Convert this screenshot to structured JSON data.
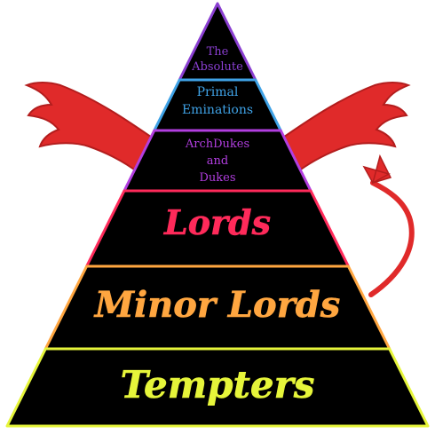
{
  "tiers": [
    {
      "lines": [
        "The",
        "Absolute"
      ],
      "color": "#8a3fd1"
    },
    {
      "lines": [
        "Primal",
        "Eminations"
      ],
      "color": "#3fa2e6"
    },
    {
      "lines": [
        "ArchDukes",
        "and",
        "Dukes"
      ],
      "color": "#b23ee0"
    },
    {
      "lines": [
        "Lords"
      ],
      "color": "#ff2a5a"
    },
    {
      "lines": [
        "Minor Lords"
      ],
      "color": "#ffa640"
    },
    {
      "lines": [
        "Tempters"
      ],
      "color": "#e6f53a"
    }
  ],
  "colors": {
    "pyramid_fill": "#000000",
    "wing_fill": "#e02a2a",
    "wing_stroke": "#b31d1d"
  }
}
